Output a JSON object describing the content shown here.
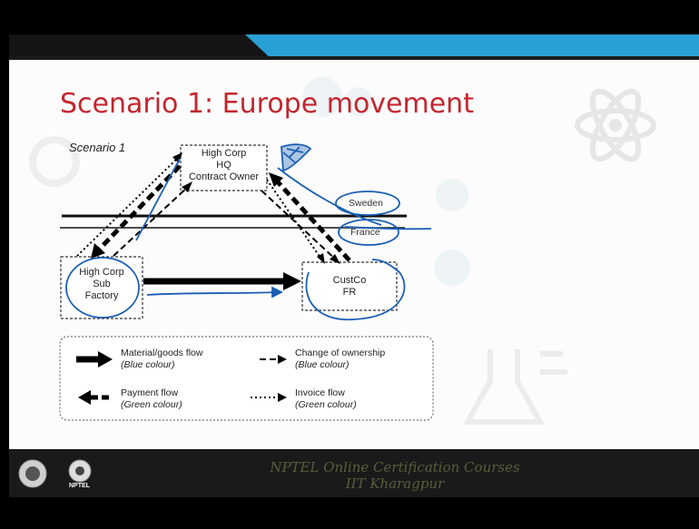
{
  "slide": {
    "title": "Scenario 1: Europe movement",
    "diagram": {
      "label": "Scenario 1",
      "hq_box": [
        "High Corp",
        "HQ",
        "Contract Owner"
      ],
      "sub_box": [
        "High Corp",
        "Sub",
        "Factory"
      ],
      "custco_box": [
        "CustCo",
        "FR"
      ],
      "countries": {
        "top": "Sweden",
        "bottom": "France"
      }
    },
    "legend": [
      {
        "label": "Material/goods flow",
        "sub": "(Blue colour)"
      },
      {
        "label": "Change of ownership",
        "sub": "(Blue colour)"
      },
      {
        "label": "Payment flow",
        "sub": "(Green colour)"
      },
      {
        "label": "Invoice flow",
        "sub": "(Green colour)"
      }
    ]
  },
  "footer": {
    "line1": "NPTEL Online Certification Courses",
    "line2": "IIT Kharagpur",
    "logo_text": "NPTEL"
  },
  "colors": {
    "title": "#c3262e",
    "ink": "#1a5fb4",
    "banner": "#29a0d5"
  }
}
